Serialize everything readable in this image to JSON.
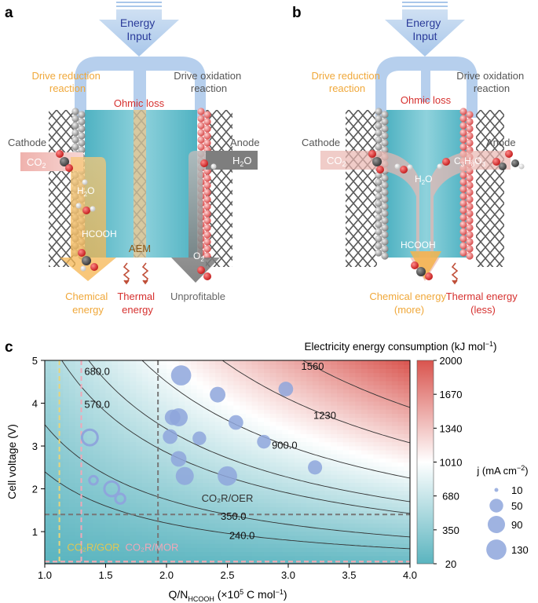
{
  "panel_a": {
    "letter": "a",
    "energy_input": [
      "Energy",
      "Input"
    ],
    "drive_reduction": [
      "Drive reduction",
      "reaction"
    ],
    "drive_oxidation": [
      "Drive oxidation",
      "reaction"
    ],
    "ohmic_loss": "Ohmic loss",
    "cathode": "Cathode",
    "anode": "Anode",
    "co2": "CO",
    "co2_sub": "2",
    "h2o_anode": "H",
    "h2o_anode_sub": "2",
    "h2o_anode_tail": "O",
    "h2o_cathode": "H",
    "h2o_cathode_sub": "2",
    "h2o_cathode_tail": "O",
    "hcooh": "HCOOH",
    "aem": "AEM",
    "o2": "O",
    "o2_sub": "2",
    "chemical_energy": [
      "Chemical",
      "energy"
    ],
    "thermal_energy": [
      "Thermal",
      "energy"
    ],
    "unprofitable": "Unprofitable"
  },
  "panel_b": {
    "letter": "b",
    "energy_input": [
      "Energy",
      "Input"
    ],
    "drive_reduction": [
      "Drive reduction",
      "reaction"
    ],
    "drive_oxidation": [
      "Drive oxidation",
      "reaction"
    ],
    "ohmic_loss": "Ohmic loss",
    "cathode": "Cathode",
    "anode": "Anode",
    "co2": "CO",
    "co2_sub": "2",
    "h2o": "H",
    "h2o_sub": "2",
    "h2o_tail": "O",
    "c3h8o3": "C",
    "c3h8o3_sub1": "3",
    "c3h8o3_mid": "H",
    "c3h8o3_sub2": "8",
    "c3h8o3_mid2": "O",
    "c3h8o3_sub3": "3",
    "hcooh": "HCOOH",
    "chemical_energy": [
      "Chemical energy",
      "(more)"
    ],
    "thermal_energy": [
      "Thermal energy",
      "(less)"
    ]
  },
  "panel_c": {
    "letter": "c",
    "colorbar_title": "Electricity energy consumption (kJ mol",
    "colorbar_title_sup": "−1",
    "colorbar_title_tail": ")",
    "colorbar_ticks": [
      "2000",
      "1670",
      "1340",
      "1010",
      "680",
      "350",
      "20"
    ],
    "size_legend_title": "j (mA cm",
    "size_legend_sup": "−2",
    "size_legend_tail": ")",
    "size_legend_values": [
      "10",
      "50",
      "90",
      "130"
    ],
    "colors": {
      "low": "#5ab4bf",
      "mid": "#ffffff",
      "high": "#d9544e",
      "point": "#8ea6dc"
    }
  },
  "chart_data": {
    "type": "scatter",
    "xlabel": "Q/N",
    "xlabel_sub": "HCOOH",
    "xlabel_tail": " (×10",
    "xlabel_sup": "5",
    "xlabel_end": " C mol",
    "xlabel_sup2": "−1",
    "xlabel_close": ")",
    "ylabel": "Cell voltage (V)",
    "xlim": [
      1.0,
      4.0
    ],
    "ylim": [
      0.25,
      5.0
    ],
    "xticks": [
      "1.0",
      "1.5",
      "2.0",
      "2.5",
      "3.0",
      "3.5",
      "4.0"
    ],
    "yticks": [
      "1",
      "2",
      "3",
      "4",
      "5"
    ],
    "contours": [
      {
        "label": "240.0",
        "value": 240
      },
      {
        "label": "350.0",
        "value": 350
      },
      {
        "label": "570.0",
        "value": 570
      },
      {
        "label": "680.0",
        "value": 680
      },
      {
        "label": "900.0",
        "value": 900
      },
      {
        "label": "1230",
        "value": 1230
      },
      {
        "label": "1560",
        "value": 1560
      }
    ],
    "reference_lines": [
      {
        "label": "CO₂R/OER",
        "x": 1.93,
        "y": 1.4,
        "color": "#777777"
      },
      {
        "label": "CO₂R/GOR",
        "x": 1.12,
        "y": 0.3,
        "color": "#e8d57a"
      },
      {
        "label": "CO₂R/MOR",
        "x": 1.3,
        "y": 0.3,
        "color": "#f0a8b8"
      }
    ],
    "filled_points": [
      {
        "x": 2.12,
        "y": 4.65,
        "j": 130
      },
      {
        "x": 2.42,
        "y": 4.2,
        "j": 70
      },
      {
        "x": 2.98,
        "y": 4.33,
        "j": 60
      },
      {
        "x": 2.05,
        "y": 3.67,
        "j": 70
      },
      {
        "x": 2.1,
        "y": 3.67,
        "j": 100
      },
      {
        "x": 2.57,
        "y": 3.55,
        "j": 60
      },
      {
        "x": 2.03,
        "y": 3.22,
        "j": 60
      },
      {
        "x": 2.27,
        "y": 3.18,
        "j": 50
      },
      {
        "x": 2.8,
        "y": 3.1,
        "j": 50
      },
      {
        "x": 2.1,
        "y": 2.7,
        "j": 70
      },
      {
        "x": 2.15,
        "y": 2.3,
        "j": 100
      },
      {
        "x": 2.5,
        "y": 2.3,
        "j": 120
      },
      {
        "x": 3.22,
        "y": 2.5,
        "j": 55
      }
    ],
    "hollow_points": [
      {
        "x": 1.37,
        "y": 3.2,
        "j": 70
      },
      {
        "x": 1.4,
        "y": 2.2,
        "j": 12
      },
      {
        "x": 1.55,
        "y": 2.0,
        "j": 60
      },
      {
        "x": 1.62,
        "y": 1.77,
        "j": 20
      }
    ]
  }
}
